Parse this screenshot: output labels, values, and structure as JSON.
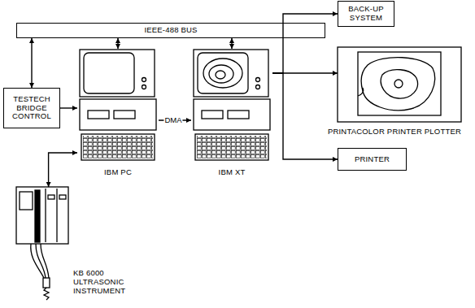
{
  "diagram": {
    "nodes": [
      {
        "text": [
          "IEEE-488 BUS"
        ]
      },
      {
        "text": [
          "BACK-UP SYSTEM"
        ]
      },
      {
        "text": [
          "TESTECH BRIDGE CONTROL"
        ]
      },
      {
        "text": [
          "IBM PC"
        ]
      },
      {
        "text": [
          "IBM XT"
        ]
      },
      {
        "text": [
          "PRINTACOLOR PRINTER PLOTTER"
        ]
      },
      {
        "text": [
          "PRINTER"
        ]
      },
      {
        "text": [
          "KB 6000 ULTRASONIC INSTRUMENT"
        ]
      }
    ],
    "edges": [
      {
        "from": 0,
        "to": 2,
        "arrow": "both"
      },
      {
        "from": 0,
        "to": 3,
        "arrow": "both"
      },
      {
        "from": 0,
        "to": 4,
        "arrow": "both"
      },
      {
        "from": 2,
        "to": 3,
        "arrow": "to"
      },
      {
        "from": 7,
        "to": 3,
        "arrow": "both"
      },
      {
        "from": 3,
        "to": 4,
        "arrow": "to",
        "label": "DMA"
      },
      {
        "from": 4,
        "to": 1,
        "arrow": "to"
      },
      {
        "from": 4,
        "to": 5,
        "arrow": "to"
      },
      {
        "from": 4,
        "to": 6,
        "arrow": "to"
      }
    ]
  }
}
